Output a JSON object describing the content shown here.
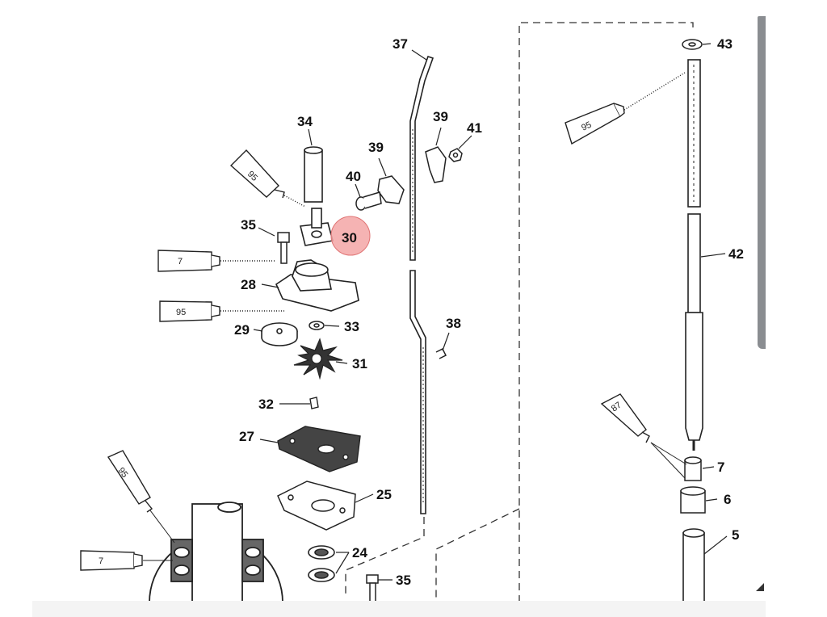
{
  "part_labels": {
    "p43": "43",
    "p37": "37",
    "p39a": "39",
    "p41": "41",
    "p34": "34",
    "p39b": "39",
    "p40": "40",
    "p35a": "35",
    "p30": "30",
    "p42": "42",
    "p28": "28",
    "p29": "29",
    "p33": "33",
    "p38": "38",
    "p31": "31",
    "p32": "32",
    "p27": "27",
    "p25": "25",
    "p7a": "7",
    "p6": "6",
    "p5": "5",
    "p24": "24",
    "p35b": "35"
  },
  "tube_labels": {
    "t95a": "95",
    "t7a": "7",
    "t95b": "95",
    "t95c": "95",
    "t87": "87",
    "t95d": "95",
    "t7b": "7"
  },
  "colors": {
    "line": "#222222",
    "highlight_fill": "#f3a6a6",
    "highlight_stroke": "#e07474",
    "scrollbar_thumb": "#8a8d91"
  }
}
